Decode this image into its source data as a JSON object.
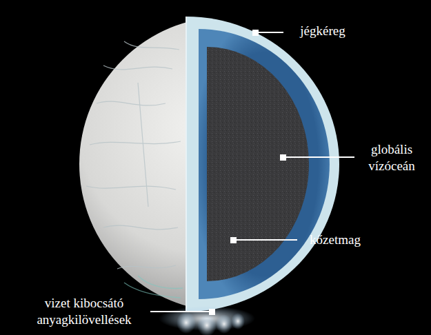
{
  "diagram": {
    "labels": [
      "jégkéreg",
      "globális vízóceán",
      "kőzetmag",
      "vizet kibocsátó anyagkilövellések"
    ]
  }
}
